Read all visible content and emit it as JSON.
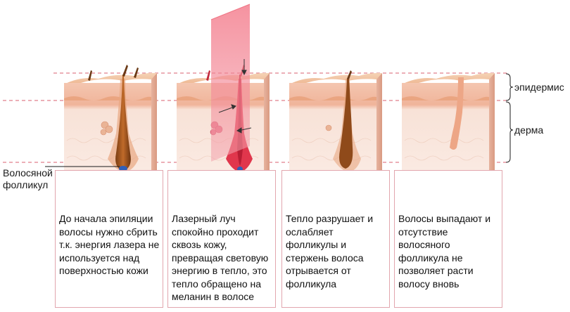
{
  "labels": {
    "epidermis": "эпидермис",
    "dermis": "дерма",
    "follicle": "Волосяной\nфолликул"
  },
  "panels": [
    {
      "id": "before",
      "caption": "До начала эпиляции волосы нужно сбрить т.к. энергия лазера не используется над поверхностью кожи"
    },
    {
      "id": "laser",
      "caption": "Лазерный луч спокойно проходит сквозь кожу, превращая световую энергию в тепло, это тепло обращено на меланин в волосе"
    },
    {
      "id": "heat",
      "caption": "Тепло разрушает и ослабляет фолликулы и стержень волоса отрывается от фолликула"
    },
    {
      "id": "after",
      "caption": "Волосы выпадают и отсутствие волосяного фолликула не позволяет расти волосу вновь"
    }
  ],
  "colors": {
    "guide_line": "#e07f8c",
    "skin_top": "#f2c6a4",
    "epidermis": "#e8a079",
    "dermis": "#f7ddd2",
    "hair": "#7a4418",
    "bulb": "#a0521c",
    "laser": "#f07585",
    "vein_blue": "#3b6fc9",
    "vein_red": "#c8283a"
  }
}
